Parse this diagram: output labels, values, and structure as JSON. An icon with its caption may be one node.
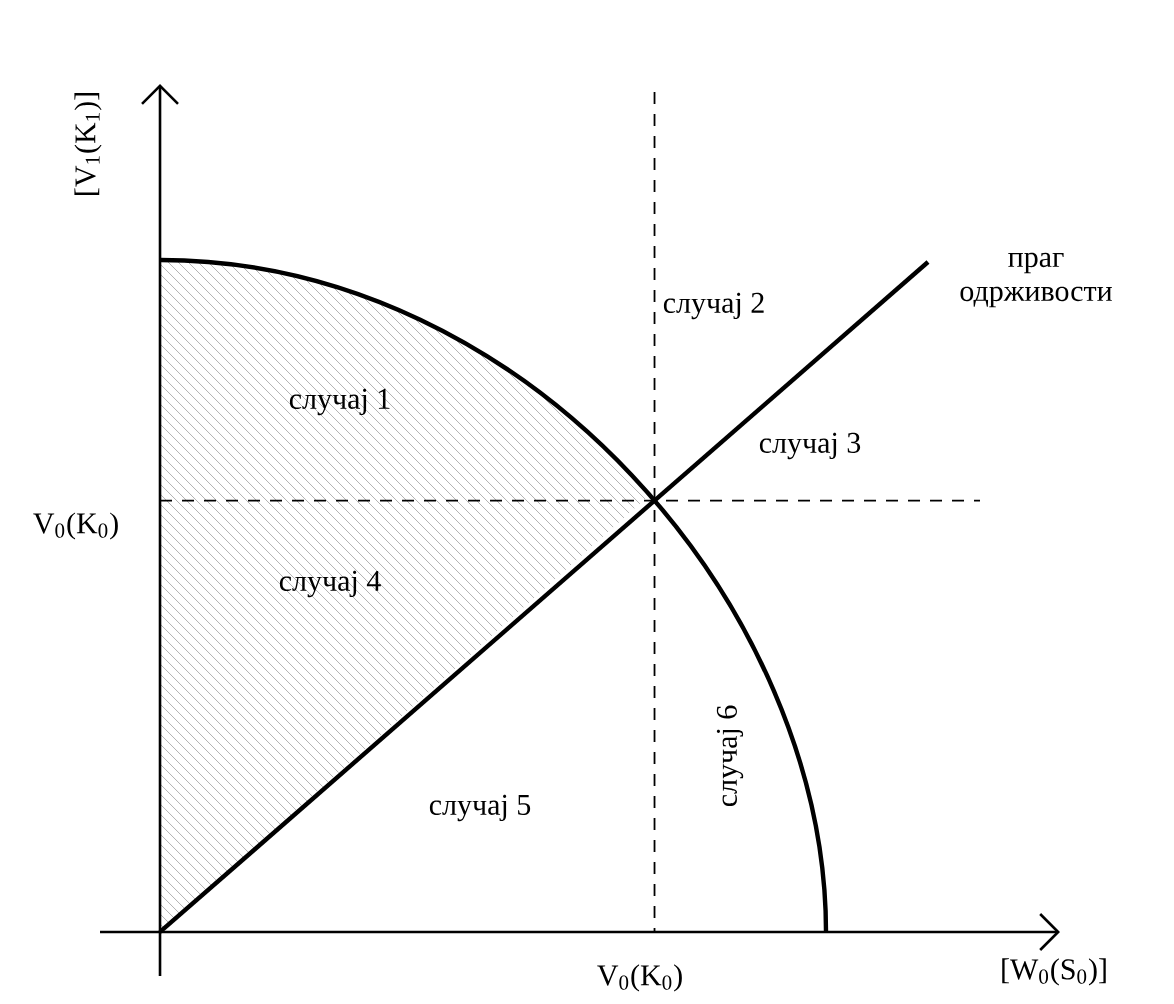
{
  "diagram": {
    "labels": [
      "[V$_{1}$(K$_{1}$)]",
      "праг одрживости",
      "случај 2",
      "случај 1",
      "случај 3",
      "V$_{0}$(K$_{0}$)",
      "случај 4",
      "случај 6",
      "случај 5",
      "V$_{0}$(K$_{0}$)",
      "[W$_{0}$(S$_{0}$)]"
    ]
  }
}
